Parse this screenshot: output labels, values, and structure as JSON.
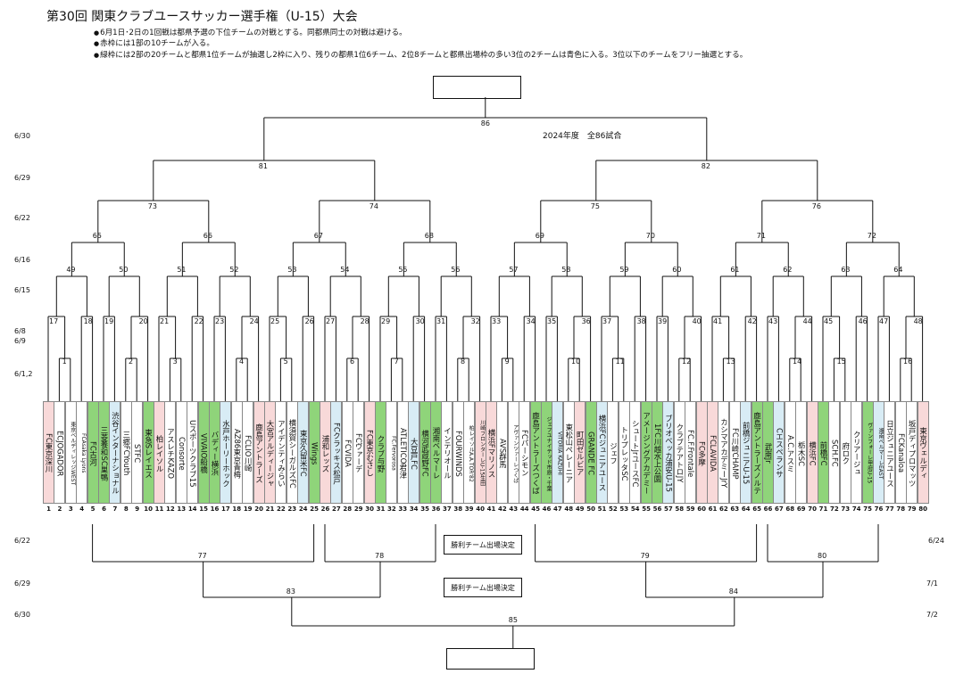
{
  "title": "第30回 関東クラブユースサッカー選手権（U-15）大会",
  "notes": [
    "6月1日･2日の1回戦は都県予選の下位チームの対戦とする。同都県同士の対戦は避ける。",
    "赤枠には1部の10チームが入る。",
    "緑枠には2部の20チームと都県1位チームが抽選し2枠に入り、残りの都県1位6チーム、2位8チームと都県出場枠の多い3位の2チームは青色に入る。3位以下のチームをフリー抽選とする。"
  ],
  "season_label": "2024年度　全86試合",
  "result_label": "勝利チーム出場決定",
  "dates_left": [
    "6/30",
    "6/29",
    "6/22",
    "6/16",
    "6/15",
    "6/8",
    "6/9",
    "6/1,2",
    "6/22",
    "6/29",
    "6/30"
  ],
  "dates_right": [
    "6/24",
    "7/1",
    "7/2"
  ],
  "matches": {
    "final": "85",
    "semi_top": "86",
    "qf": [
      "81",
      "82"
    ],
    "r16": [
      "73",
      "74",
      "75",
      "76"
    ],
    "r32": [
      "65",
      "66",
      "67",
      "68",
      "69",
      "70",
      "71",
      "72"
    ],
    "r64": [
      "49",
      "50",
      "51",
      "52",
      "53",
      "54",
      "55",
      "56",
      "57",
      "58",
      "59",
      "60",
      "61",
      "62",
      "63",
      "64"
    ],
    "r96": [
      "17",
      "18",
      "19",
      "20",
      "21",
      "22",
      "23",
      "24",
      "25",
      "26",
      "27",
      "28",
      "29",
      "30",
      "31",
      "32",
      "33",
      "34",
      "35",
      "36",
      "37",
      "38",
      "39",
      "40",
      "41",
      "42",
      "43",
      "44",
      "45",
      "46",
      "47",
      "48"
    ],
    "r1": [
      "1",
      "2",
      "3",
      "4",
      "5",
      "6",
      "7",
      "8",
      "9",
      "10",
      "11",
      "12",
      "13",
      "14",
      "15",
      "16"
    ],
    "bottom_r16": [
      "77",
      "78",
      "79",
      "80"
    ],
    "bottom_qf": [
      "83",
      "84"
    ]
  },
  "teams": [
    {
      "n": "1",
      "name": "FC東京深川",
      "c": "pink"
    },
    {
      "n": "2",
      "name": "ECJOGADOR",
      "c": "none"
    },
    {
      "n": "3",
      "name": "東京ベルディレッジWEST",
      "c": "none",
      "s": true
    },
    {
      "n": "4",
      "name": "FCAsaka Lyons",
      "c": "none",
      "s": true
    },
    {
      "n": "5",
      "name": "FC古河",
      "c": "green"
    },
    {
      "n": "6",
      "name": "三菱養和SC巣鴨",
      "c": "green"
    },
    {
      "n": "7",
      "name": "渋谷インターナショナル",
      "c": "blue"
    },
    {
      "n": "8",
      "name": "三郷FCYouth",
      "c": "none"
    },
    {
      "n": "9",
      "name": "STFC",
      "c": "none"
    },
    {
      "n": "10",
      "name": "東急Sレイエス",
      "c": "green"
    },
    {
      "n": "11",
      "name": "柏レイソル",
      "c": "pink"
    },
    {
      "n": "12",
      "name": "アスレチKAZO",
      "c": "none"
    },
    {
      "n": "13",
      "name": "Consorte",
      "c": "none"
    },
    {
      "n": "14",
      "name": "Uスポーツクラブ15",
      "c": "none"
    },
    {
      "n": "15",
      "name": "VIVAIO船橋",
      "c": "green"
    },
    {
      "n": "16",
      "name": "バディー横浜",
      "c": "green"
    },
    {
      "n": "17",
      "name": "水戸ホーリーホック",
      "c": "blue"
    },
    {
      "n": "18",
      "name": "AZ86東京青梅",
      "c": "none"
    },
    {
      "n": "19",
      "name": "FCLIO川崎",
      "c": "none"
    },
    {
      "n": "20",
      "name": "鹿島アントラーズ",
      "c": "pink"
    },
    {
      "n": "21",
      "name": "大宮アルディージャ",
      "c": "pink"
    },
    {
      "n": "22",
      "name": "アイデンティみらい",
      "c": "none"
    },
    {
      "n": "23",
      "name": "横須賀シーガルズFC",
      "c": "none"
    },
    {
      "n": "24",
      "name": "東京久留米FC",
      "c": "blue"
    },
    {
      "n": "25",
      "name": "Wings",
      "c": "green"
    },
    {
      "n": "26",
      "name": "浦和レッズ",
      "c": "pink"
    },
    {
      "n": "27",
      "name": "FCクラッキス松戸",
      "c": "blue"
    },
    {
      "n": "28",
      "name": "FCVIDA",
      "c": "none"
    },
    {
      "n": "29",
      "name": "FCヴァーデ",
      "c": "none"
    },
    {
      "n": "30",
      "name": "FC東京むさし",
      "c": "pink"
    },
    {
      "n": "31",
      "name": "クラブ与野",
      "c": "green"
    },
    {
      "n": "32",
      "name": "FC.Fervorosa",
      "c": "none",
      "s": true
    },
    {
      "n": "33",
      "name": "ATLETICO君津",
      "c": "none"
    },
    {
      "n": "34",
      "name": "大豆戸FC",
      "c": "blue"
    },
    {
      "n": "35",
      "name": "横河武蔵野FC",
      "c": "green"
    },
    {
      "n": "36",
      "name": "湘南ベルマーレ",
      "c": "green"
    },
    {
      "n": "37",
      "name": "インテリオール",
      "c": "none"
    },
    {
      "n": "38",
      "name": "FOURWINDS",
      "c": "none"
    },
    {
      "n": "39",
      "name": "柏レイソルA.A.TOR'82",
      "c": "none",
      "s": true
    },
    {
      "n": "40",
      "name": "川崎フロンターレU-15生田",
      "c": "pink",
      "s": true
    },
    {
      "n": "41",
      "name": "横浜Fマリノス",
      "c": "pink"
    },
    {
      "n": "42",
      "name": "AVS群馬",
      "c": "none"
    },
    {
      "n": "43",
      "name": "アヴァンツァーレつくば",
      "c": "none",
      "s": true
    },
    {
      "n": "44",
      "name": "FCパーシモン",
      "c": "none"
    },
    {
      "n": "45",
      "name": "鹿島アントラーズつくば",
      "c": "green"
    },
    {
      "n": "46",
      "name": "ジェフユナイテッド市原・千葉",
      "c": "green",
      "s": true
    },
    {
      "n": "47",
      "name": "VITORIA KAZUHI",
      "c": "blue",
      "s": true
    },
    {
      "n": "48",
      "name": "東松山ペレーニア",
      "c": "none"
    },
    {
      "n": "49",
      "name": "町田ゼルビア",
      "c": "pink"
    },
    {
      "n": "50",
      "name": "GRANDE FC",
      "c": "green"
    },
    {
      "n": "51",
      "name": "横浜FCジュニアユース",
      "c": "blue"
    },
    {
      "n": "52",
      "name": "ジェフ",
      "c": "none"
    },
    {
      "n": "53",
      "name": "トリプレッタSC",
      "c": "none"
    },
    {
      "n": "54",
      "name": "シュートJrユースFC",
      "c": "none"
    },
    {
      "n": "55",
      "name": "アメージングアカデミー",
      "c": "green"
    },
    {
      "n": "56",
      "name": "1FC川越水上公園",
      "c": "green"
    },
    {
      "n": "57",
      "name": "ブリオベッカ浦安U-15",
      "c": "blue"
    },
    {
      "n": "58",
      "name": "クラブテアトロJY",
      "c": "none"
    },
    {
      "n": "59",
      "name": "FC.F.Frontale",
      "c": "none"
    },
    {
      "n": "60",
      "name": "FC多摩",
      "c": "pink"
    },
    {
      "n": "61",
      "name": "FCLAVIDA",
      "c": "pink"
    },
    {
      "n": "62",
      "name": "カシマアカデミーJrY",
      "c": "none"
    },
    {
      "n": "63",
      "name": "FC川崎CHAMP",
      "c": "none"
    },
    {
      "n": "64",
      "name": "前橋ジュニアU-15",
      "c": "blue"
    },
    {
      "n": "65",
      "name": "鹿島アントラーズノルテ",
      "c": "green"
    },
    {
      "n": "66",
      "name": "武南Jr",
      "c": "green"
    },
    {
      "n": "67",
      "name": "Cエスペランサ",
      "c": "blue"
    },
    {
      "n": "68",
      "name": "A.C.アスミ",
      "c": "none"
    },
    {
      "n": "69",
      "name": "栃木SC",
      "c": "none"
    },
    {
      "n": "70",
      "name": "横浜FC",
      "c": "pink"
    },
    {
      "n": "71",
      "name": "前橋FC",
      "c": "green"
    },
    {
      "n": "72",
      "name": "SCH.FC",
      "c": "none"
    },
    {
      "n": "73",
      "name": "府ロク",
      "c": "none"
    },
    {
      "n": "74",
      "name": "クリアージュ",
      "c": "none"
    },
    {
      "n": "75",
      "name": "ヴァンフォーレ甲府U-15",
      "c": "green",
      "s": true
    },
    {
      "n": "76",
      "name": "湘南ベルマーレEAST",
      "c": "blue",
      "s": true
    },
    {
      "n": "77",
      "name": "日立ジュニアユース",
      "c": "none"
    },
    {
      "n": "78",
      "name": "FCKanaloa",
      "c": "none"
    },
    {
      "n": "79",
      "name": "坂戸ディプロマッツ",
      "c": "none"
    },
    {
      "n": "80",
      "name": "東京ヴェルディ",
      "c": "pink"
    }
  ]
}
